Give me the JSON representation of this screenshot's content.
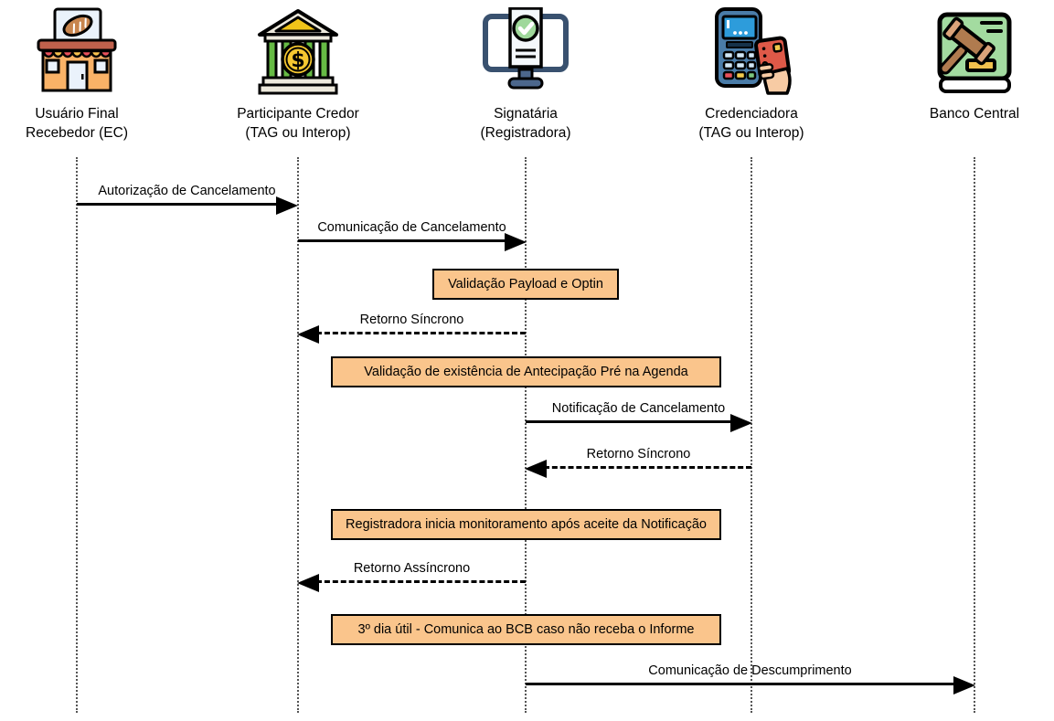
{
  "diagram": {
    "type": "sequence-diagram",
    "actors": [
      {
        "name": "Usuário Final Recebedor (EC)",
        "label_line1": "Usuário Final",
        "label_line2": "Recebedor (EC)",
        "icon": "storefront-bakery-icon"
      },
      {
        "name": "Participante Credor (TAG ou Interop)",
        "label_line1": "Participante Credor",
        "label_line2": "(TAG ou Interop)",
        "icon": "bank-coin-icon",
        "coin_symbol": "$"
      },
      {
        "name": "Signatária (Registradora)",
        "label_line1": "Signatária",
        "label_line2": "(Registradora)",
        "icon": "monitor-document-check-icon"
      },
      {
        "name": "Credenciadora (TAG ou Interop)",
        "label_line1": "Credenciadora",
        "label_line2": "(TAG ou Interop)",
        "icon": "pos-terminal-card-icon"
      },
      {
        "name": "Banco Central",
        "label_line1": "Banco Central",
        "label_line2": "",
        "icon": "law-book-gavel-icon"
      }
    ],
    "messages": [
      {
        "label": "Autorização de Cancelamento",
        "from": "Usuário Final Recebedor (EC)",
        "to": "Participante Credor (TAG ou Interop)",
        "line": "solid",
        "direction": "right"
      },
      {
        "label": "Comunicação de Cancelamento",
        "from": "Participante Credor (TAG ou Interop)",
        "to": "Signatária (Registradora)",
        "line": "solid",
        "direction": "right"
      },
      {
        "label": "Retorno Síncrono",
        "from": "Signatária (Registradora)",
        "to": "Participante Credor (TAG ou Interop)",
        "line": "dashed",
        "direction": "left"
      },
      {
        "label": "Notificação de Cancelamento",
        "from": "Signatária (Registradora)",
        "to": "Credenciadora (TAG ou Interop)",
        "line": "solid",
        "direction": "right"
      },
      {
        "label": "Retorno Síncrono",
        "from": "Credenciadora (TAG ou Interop)",
        "to": "Signatária (Registradora)",
        "line": "dashed",
        "direction": "left"
      },
      {
        "label": "Retorno Assíncrono",
        "from": "Signatária (Registradora)",
        "to": "Participante Credor (TAG ou Interop)",
        "line": "dashed",
        "direction": "left"
      },
      {
        "label": "Comunicação de Descumprimento",
        "from": "Signatária (Registradora)",
        "to": "Banco Central",
        "line": "solid",
        "direction": "right"
      }
    ],
    "process_boxes": [
      {
        "label": "Validação Payload e Optin"
      },
      {
        "label": "Validação de existência de Antecipação Pré na Agenda"
      },
      {
        "label": "Registradora inicia monitoramento após aceite da Notificação"
      },
      {
        "label": "3º dia útil - Comunica ao BCB caso não receba o Informe"
      }
    ],
    "colors": {
      "background": "#ffffff",
      "process_box_fill": "#FAC58C",
      "process_box_border": "#000000",
      "arrow": "#000000",
      "lifeline": "#555555",
      "text": "#000000"
    }
  }
}
